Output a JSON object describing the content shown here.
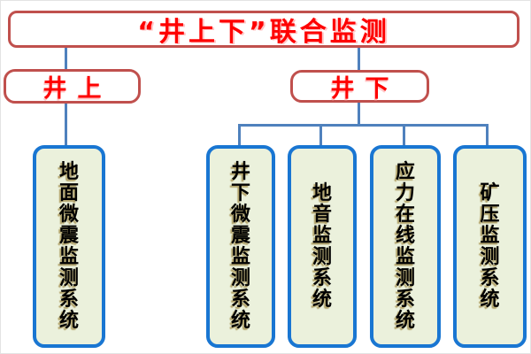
{
  "diagram": {
    "type": "org-flowchart",
    "title": "“井上下”联合监测",
    "branches": [
      {
        "label": "井上",
        "children": [
          {
            "label": "地面微震监测系统"
          }
        ]
      },
      {
        "label": "井下",
        "children": [
          {
            "label": "井下微震监测系统"
          },
          {
            "label": "地音监测系统"
          },
          {
            "label": "应力在线监测系统"
          },
          {
            "label": "矿压监测系统"
          }
        ]
      }
    ],
    "colors": {
      "title_text": "#fe0000",
      "red_node_border": "#c0504d",
      "connector_blue": "#4f81bd",
      "leaf_border_blue": "#1976d2",
      "leaf_fill_green": "#ebf1dc",
      "leaf_text": "#000000",
      "background": "#ffffff"
    }
  }
}
